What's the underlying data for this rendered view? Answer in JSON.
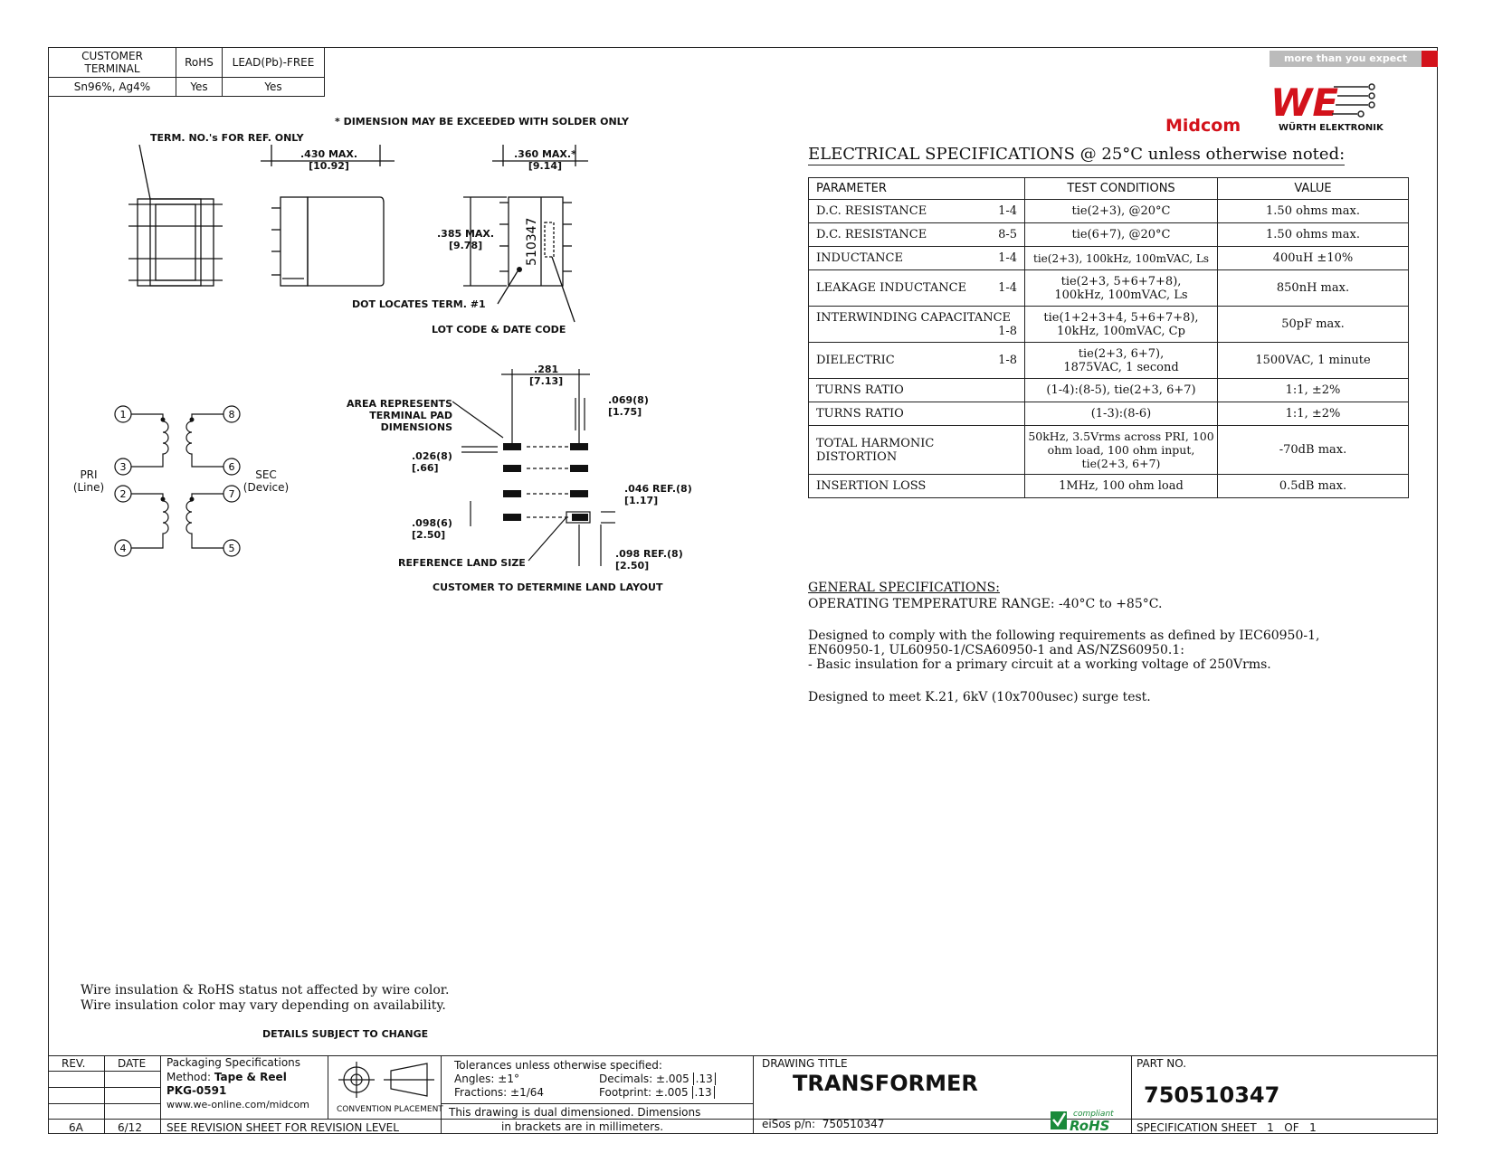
{
  "terminal_table": {
    "headers": [
      "CUSTOMER TERMINAL",
      "RoHS",
      "LEAD(Pb)-FREE"
    ],
    "values": [
      "Sn96%, Ag4%",
      "Yes",
      "Yes"
    ]
  },
  "brand": {
    "tagline": "more than you expect",
    "midcom": "Midcom",
    "wurth": "WÜRTH ELEKTRONIK",
    "we_logo": "WE",
    "accent_color": "#d3121b"
  },
  "drawing": {
    "dimension_note": "* DIMENSION MAY BE EXCEEDED WITH SOLDER ONLY",
    "term_note": "TERM. NO.'s FOR REF. ONLY",
    "dim_430": ".430 MAX.",
    "dim_430_mm": "[10.92]",
    "dim_360": ".360 MAX.*",
    "dim_360_mm": "[9.14]",
    "dim_385": ".385 MAX.",
    "dim_385_mm": "[9.78]",
    "part_marking": "510347",
    "dot_note": "DOT LOCATES TERM. #1",
    "lot_note": "LOT CODE & DATE CODE",
    "dim_281": ".281",
    "dim_281_mm": "[7.13]",
    "dim_069": ".069(8)",
    "dim_069_mm": "[1.75]",
    "area_note_1": "AREA REPRESENTS",
    "area_note_2": "TERMINAL PAD DIMENSIONS",
    "dim_026": ".026(8)",
    "dim_026_mm": "[.66]",
    "dim_046": ".046 REF.(8)",
    "dim_046_mm": "[1.17]",
    "dim_098a": ".098(6)",
    "dim_098a_mm": "[2.50]",
    "dim_098b": ".098 REF.(8)",
    "dim_098b_mm": "[2.50]",
    "ref_land": "REFERENCE LAND SIZE",
    "customer_land": "CUSTOMER TO DETERMINE LAND LAYOUT"
  },
  "schematic": {
    "pri_label": "PRI",
    "pri_sub": "(Line)",
    "sec_label": "SEC",
    "sec_sub": "(Device)",
    "pins": [
      "1",
      "3",
      "2",
      "4",
      "8",
      "6",
      "7",
      "5"
    ]
  },
  "electrical": {
    "title": "ELECTRICAL SPECIFICATIONS @ 25°C unless otherwise noted:",
    "headers": [
      "PARAMETER",
      "TEST CONDITIONS",
      "VALUE"
    ],
    "rows": [
      {
        "param": "D.C. RESISTANCE",
        "pins": "1-4",
        "cond": "tie(2+3), @20°C",
        "value": "1.50 ohms max."
      },
      {
        "param": "D.C. RESISTANCE",
        "pins": "8-5",
        "cond": "tie(6+7), @20°C",
        "value": "1.50 ohms max."
      },
      {
        "param": "INDUCTANCE",
        "pins": "1-4",
        "cond": "tie(2+3), 100kHz, 100mVAC, Ls",
        "value": "400uH ±10%"
      },
      {
        "param": "LEAKAGE INDUCTANCE",
        "pins": "1-4",
        "cond": "tie(2+3, 5+6+7+8), 100kHz, 100mVAC, Ls",
        "value": "850nH max."
      },
      {
        "param": "INTERWINDING CAPACITANCE",
        "pins": "1-8",
        "cond": "tie(1+2+3+4, 5+6+7+8), 10kHz, 100mVAC, Cp",
        "value": "50pF max."
      },
      {
        "param": "DIELECTRIC",
        "pins": "1-8",
        "cond": "tie(2+3, 6+7), 1875VAC, 1 second",
        "value": "1500VAC, 1 minute"
      },
      {
        "param": "TURNS RATIO",
        "pins": "",
        "cond": "(1-4):(8-5), tie(2+3, 6+7)",
        "value": "1:1, ±2%"
      },
      {
        "param": "TURNS RATIO",
        "pins": "",
        "cond": "(1-3):(8-6)",
        "value": "1:1, ±2%"
      },
      {
        "param": "TOTAL HARMONIC DISTORTION",
        "pins": "",
        "cond": "50kHz, 3.5Vrms across PRI, 100 ohm load, 100 ohm input, tie(2+3, 6+7)",
        "value": "-70dB max."
      },
      {
        "param": "INSERTION LOSS",
        "pins": "",
        "cond": "1MHz, 100 ohm load",
        "value": "0.5dB max."
      }
    ]
  },
  "general": {
    "title": "GENERAL SPECIFICATIONS:",
    "operating": "OPERATING TEMPERATURE RANGE: -40°C to +85°C.",
    "compliance_1": "Designed to comply with the following requirements as defined by IEC60950-1,",
    "compliance_2": "EN60950-1, UL60950-1/CSA60950-1 and AS/NZS60950.1:",
    "compliance_3": "- Basic insulation for a primary circuit at a working voltage of 250Vrms.",
    "surge": "Designed to meet K.21, 6kV (10x700usec) surge test."
  },
  "notes": {
    "wire_1": "Wire insulation & RoHS status not affected by wire color.",
    "wire_2": "Wire insulation color may vary depending on availability.",
    "details": "DETAILS SUBJECT TO CHANGE"
  },
  "title_block": {
    "rev_label": "REV.",
    "date_label": "DATE",
    "rev": "6A",
    "date": "6/12",
    "pkg_title": "Packaging Specifications",
    "pkg_method_label": "Method:",
    "pkg_method": "Tape & Reel",
    "pkg_code": "PKG-0591",
    "website": "www.we-online.com/midcom",
    "convention": "CONVENTION PLACEMENT",
    "revision_note": "SEE REVISION SHEET FOR REVISION LEVEL",
    "tol_title": "Tolerances unless otherwise specified:",
    "tol_angles": "Angles: ±1°",
    "tol_decimals": "Decimals: ±.005",
    "tol_decimals_mm": ".13",
    "tol_fractions": "Fractions: ±1/64",
    "tol_footprint": "Footprint: ±.005",
    "tol_footprint_mm": ".13",
    "dual_1": "This drawing is dual dimensioned. Dimensions",
    "dual_2": "in brackets are in millimeters.",
    "drawing_title_label": "DRAWING TITLE",
    "drawing_title": "TRANSFORMER",
    "eisos_label": "eiSos p/n:",
    "eisos_pn": "750510347",
    "part_no_label": "PART NO.",
    "part_no": "750510347",
    "rohs_small": "compliant",
    "rohs": "RoHS",
    "sheet_label": "SPECIFICATION SHEET",
    "sheet_num": "1",
    "sheet_of": "OF",
    "sheet_total": "1"
  }
}
